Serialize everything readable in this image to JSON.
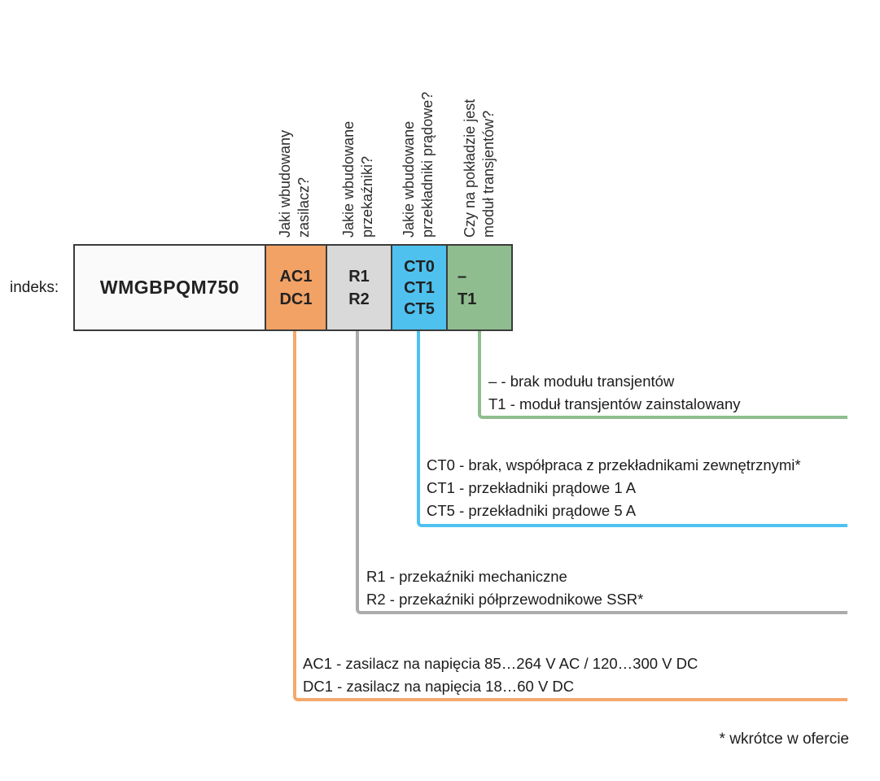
{
  "index_label": "indeks:",
  "code": "WMGBPQM750",
  "footnote": "* wkrótce w ofercie",
  "segments": [
    {
      "name": "power-supply",
      "question_line1": "Jaki wbudowany",
      "question_line2": "zasilacz?",
      "options": [
        "AC1",
        "DC1"
      ],
      "color": "#F2A265",
      "line_color": "#F5A86C",
      "legend": [
        "AC1 - zasilacz na napięcia 85…264 V AC / 120…300 V DC",
        "DC1 - zasilacz na napięcia 18…60 V DC"
      ]
    },
    {
      "name": "relays",
      "question_line1": "Jakie wbudowane",
      "question_line2": "przekaźniki?",
      "options": [
        "R1",
        "R2"
      ],
      "color": "#D9D9D9",
      "line_color": "#ABABAB",
      "legend": [
        "R1 - przekaźniki mechaniczne",
        "R2 - przekaźniki półprzewodnikowe SSR*"
      ]
    },
    {
      "name": "current-transformers",
      "question_line1": "Jakie wbudowane",
      "question_line2": "przekładniki prądowe?",
      "options": [
        "CT0",
        "CT1",
        "CT5"
      ],
      "color": "#4EC1EF",
      "line_color": "#4EC1EF",
      "legend": [
        "CT0 - brak, współpraca z przekładnikami zewnętrznymi*",
        "CT1 - przekładniki prądowe 1 A",
        "CT5 - przekładniki prądowe 5 A"
      ]
    },
    {
      "name": "transient-module",
      "question_line1": "Czy na pokładzie jest",
      "question_line2": "moduł transjentów?",
      "options": [
        "–",
        "T1"
      ],
      "color": "#8FBD8F",
      "line_color": "#8FBD8F",
      "legend": [
        "– - brak modułu transjentów",
        "T1 - moduł transjentów zainstalowany"
      ]
    }
  ]
}
